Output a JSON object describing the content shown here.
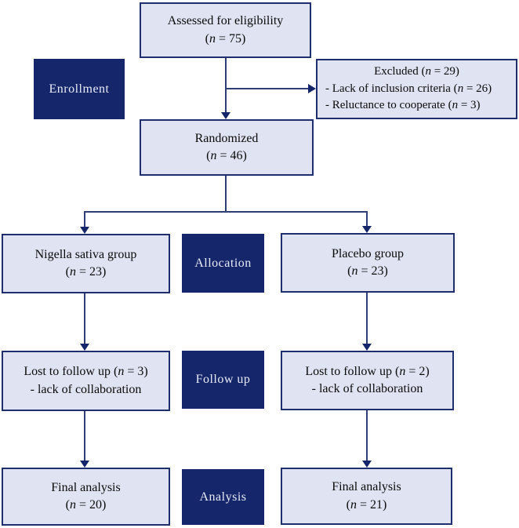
{
  "figure": {
    "type": "consort-flow-diagram",
    "colors": {
      "light_box_fill": "#e0e4f2",
      "box_border": "#1e2e6e",
      "stage_fill": "#15266b",
      "stage_text": "#e8ecf7",
      "connector": "#2e3f76",
      "arrowhead": "#14256a",
      "background": "#ffffff"
    },
    "stages": {
      "enrollment": "Enrollment",
      "allocation": "Allocation",
      "follow_up": "Follow up",
      "analysis": "Analysis"
    },
    "boxes": {
      "assessed": {
        "lines": [
          "Assessed for eligibility",
          "(n = 75)"
        ]
      },
      "excluded": {
        "lines": [
          "Excluded (n = 29)",
          "- Lack of inclusion criteria (n = 26)",
          "- Reluctance to cooperate (n = 3)"
        ]
      },
      "randomized": {
        "lines": [
          "Randomized",
          "(n = 46)"
        ]
      },
      "nigella_group": {
        "lines": [
          "Nigella sativa group",
          "(n = 23)"
        ]
      },
      "placebo_group": {
        "lines": [
          "Placebo group",
          "(n = 23)"
        ]
      },
      "lost_nigella": {
        "lines": [
          "Lost to follow up (n = 3)",
          "- lack of collaboration"
        ]
      },
      "lost_placebo": {
        "lines": [
          "Lost to follow up (n = 2)",
          "- lack of collaboration"
        ]
      },
      "final_nigella": {
        "lines": [
          "Final analysis",
          "(n = 20)"
        ]
      },
      "final_placebo": {
        "lines": [
          "Final analysis",
          "(n = 21)"
        ]
      }
    }
  }
}
